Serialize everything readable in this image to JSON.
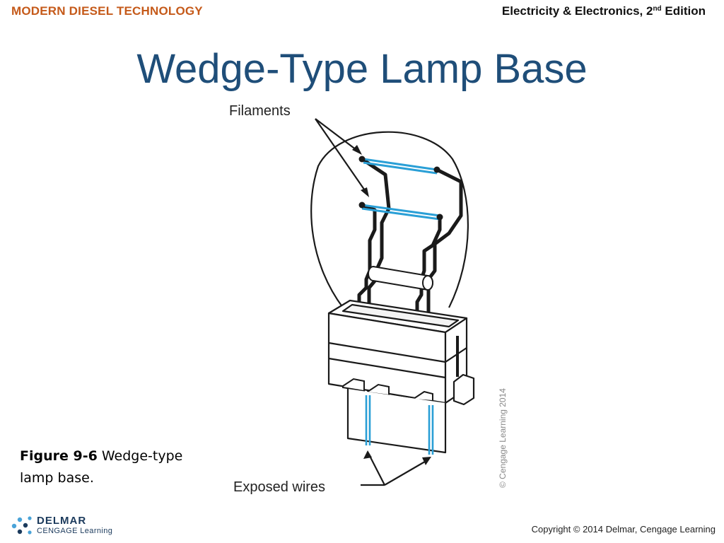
{
  "header": {
    "left": "MODERN DIESEL TECHNOLOGY",
    "right_main": "Electricity & Electronics, 2",
    "right_sup": "nd",
    "right_tail": " Edition"
  },
  "title": "Wedge-Type Lamp Base",
  "diagram": {
    "label_filaments": "Filaments",
    "label_exposed_wires": "Exposed wires",
    "credit": "© Cengage Learning 2014",
    "colors": {
      "wire": "#1a1a1a",
      "filament": "#2a9fd6"
    }
  },
  "caption": {
    "figure": "Figure 9-6",
    "text": " Wedge-type lamp base."
  },
  "footer": {
    "logo_line1": "DELMAR",
    "logo_line2": "CENGAGE Learning",
    "copyright": "Copyright © 2014 Delmar, Cengage Learning"
  }
}
